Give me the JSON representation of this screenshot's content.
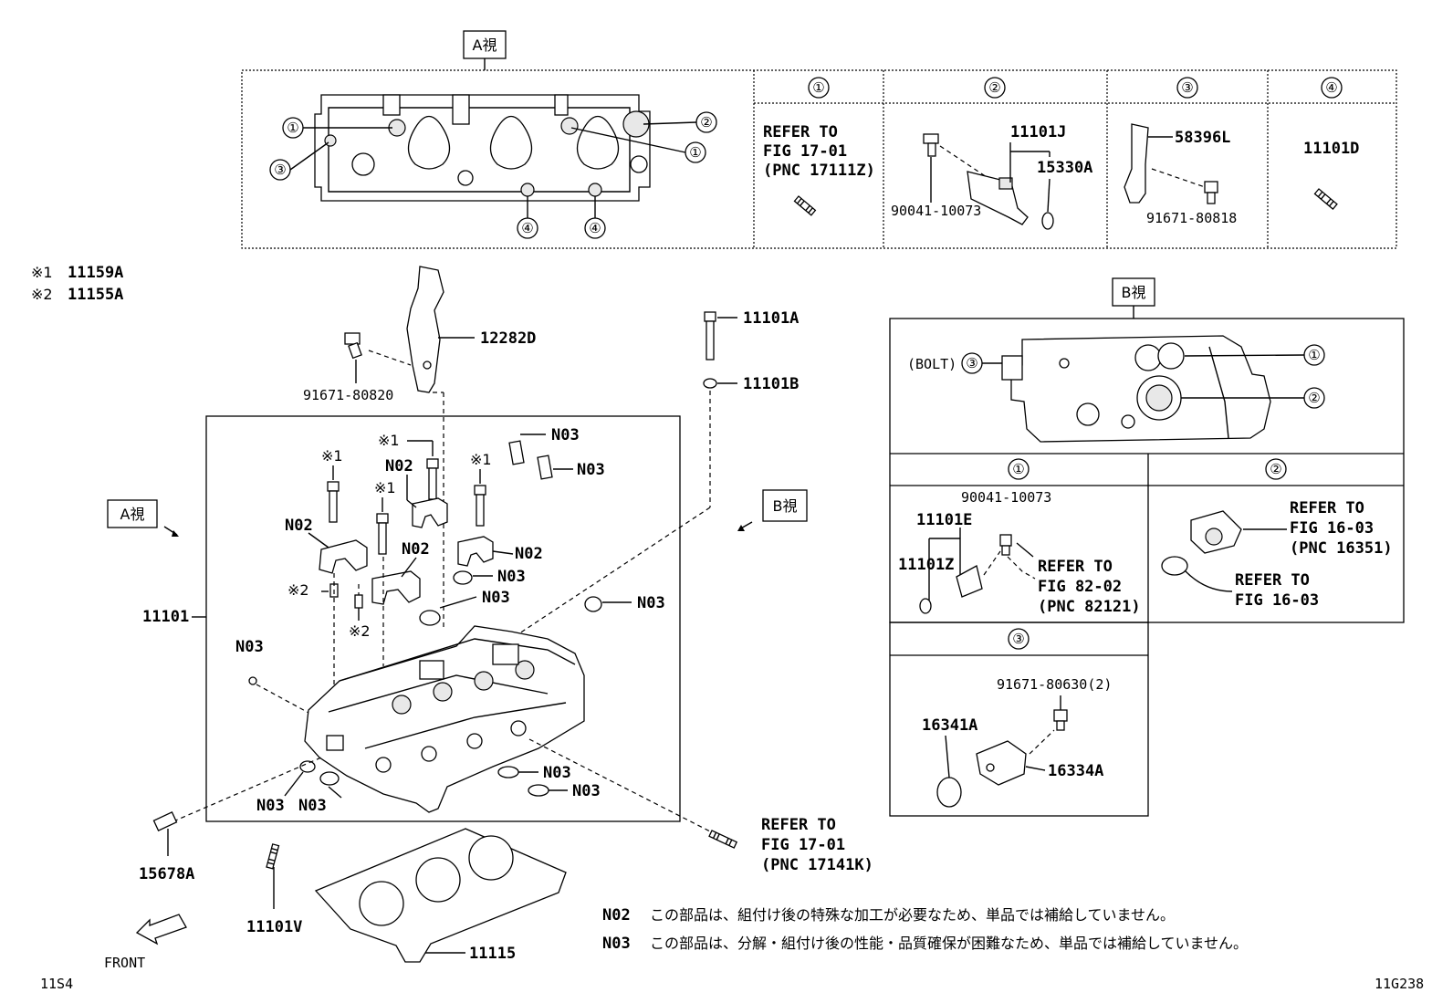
{
  "views": {
    "a_view": "A視",
    "b_view": "B視"
  },
  "notes_top": {
    "mark1": "※1",
    "mark1_part": "11159A",
    "mark2": "※2",
    "mark2_part": "11155A"
  },
  "a_panel": {
    "num1": "①",
    "num2": "②",
    "num3": "③",
    "num4": "④",
    "cell1": {
      "line1": "REFER TO",
      "line2": "FIG 17-01",
      "line3": "(PNC 17111Z)"
    },
    "cell2": {
      "p1": "11101J",
      "p2": "15330A",
      "p3": "90041-10073"
    },
    "cell3": {
      "p1": "58396L",
      "p2": "91671-80818"
    },
    "cell4": {
      "p1": "11101D"
    }
  },
  "b_panel": {
    "bolt": "(BOLT)",
    "cell1": {
      "p1": "90041-10073",
      "p2": "11101E",
      "p3": "11101Z",
      "ref1": "REFER TO",
      "ref2": "FIG 82-02",
      "ref3": "(PNC 82121)"
    },
    "cell2": {
      "ref1": "REFER TO",
      "ref2": "FIG 16-03",
      "ref3": "(PNC 16351)",
      "ref4": "REFER TO",
      "ref5": "FIG 16-03"
    },
    "cell3": {
      "p1": "91671-80630(2)",
      "p2": "16341A",
      "p3": "16334A"
    }
  },
  "main": {
    "p12282D": "12282D",
    "p91671_80820": "91671-80820",
    "p11101A": "11101A",
    "p11101B": "11101B",
    "p11101": "11101",
    "p15678A": "15678A",
    "p11101V": "11101V",
    "p11115": "11115",
    "n02": "N02",
    "n03": "N03",
    "m1": "※1",
    "m2": "※2",
    "ref_line1": "REFER TO",
    "ref_line2": "FIG 17-01",
    "ref_line3": "(PNC 17141K)",
    "front": "FRONT"
  },
  "legend": {
    "n02_code": "N02",
    "n02_text": "この部品は、組付け後の特殊な加工が必要なため、単品では補給していません。",
    "n03_code": "N03",
    "n03_text": "この部品は、分解・組付け後の性能・品質確保が困難なため、単品では補給していません。"
  },
  "footer": {
    "left_code": "11S4",
    "right_code": "11G238"
  }
}
